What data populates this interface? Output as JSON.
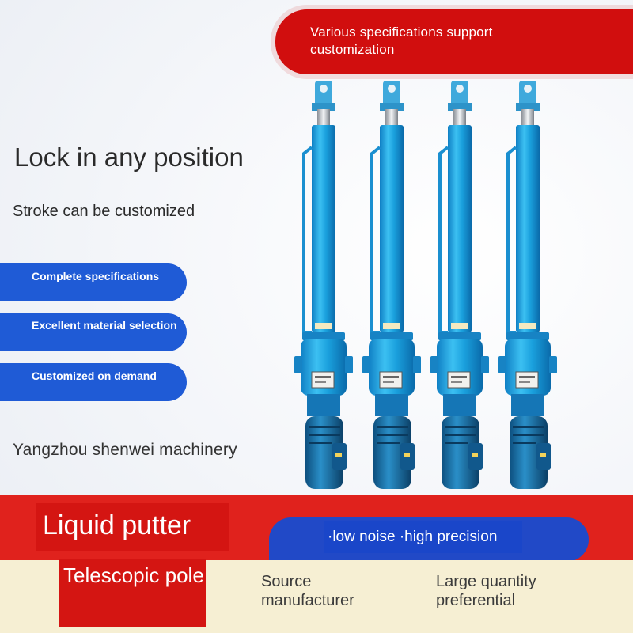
{
  "colors": {
    "brand_red": "#d10e0e",
    "brand_blue": "#1f5bd6",
    "product_blue": "#1fa3e0",
    "cream": "#f6efd3"
  },
  "top_banner": {
    "text": "Various specifications support customization"
  },
  "headline": "Lock in any position",
  "subheadline": "Stroke can be customized",
  "feature_pills": [
    {
      "label": "Complete specifications"
    },
    {
      "label": "Excellent material selection"
    },
    {
      "label": "Customized on demand"
    }
  ],
  "company": "Yangzhou shenwei machinery",
  "bottom": {
    "product_name": "Liquid putter",
    "alt_name": "Telescopic pole",
    "features": "·low noise ·high precision",
    "source": "Source manufacturer",
    "quantity": "Large quantity preferential"
  },
  "product_image": {
    "unit_count": 4,
    "icon": "electro-hydraulic-push-rod"
  }
}
